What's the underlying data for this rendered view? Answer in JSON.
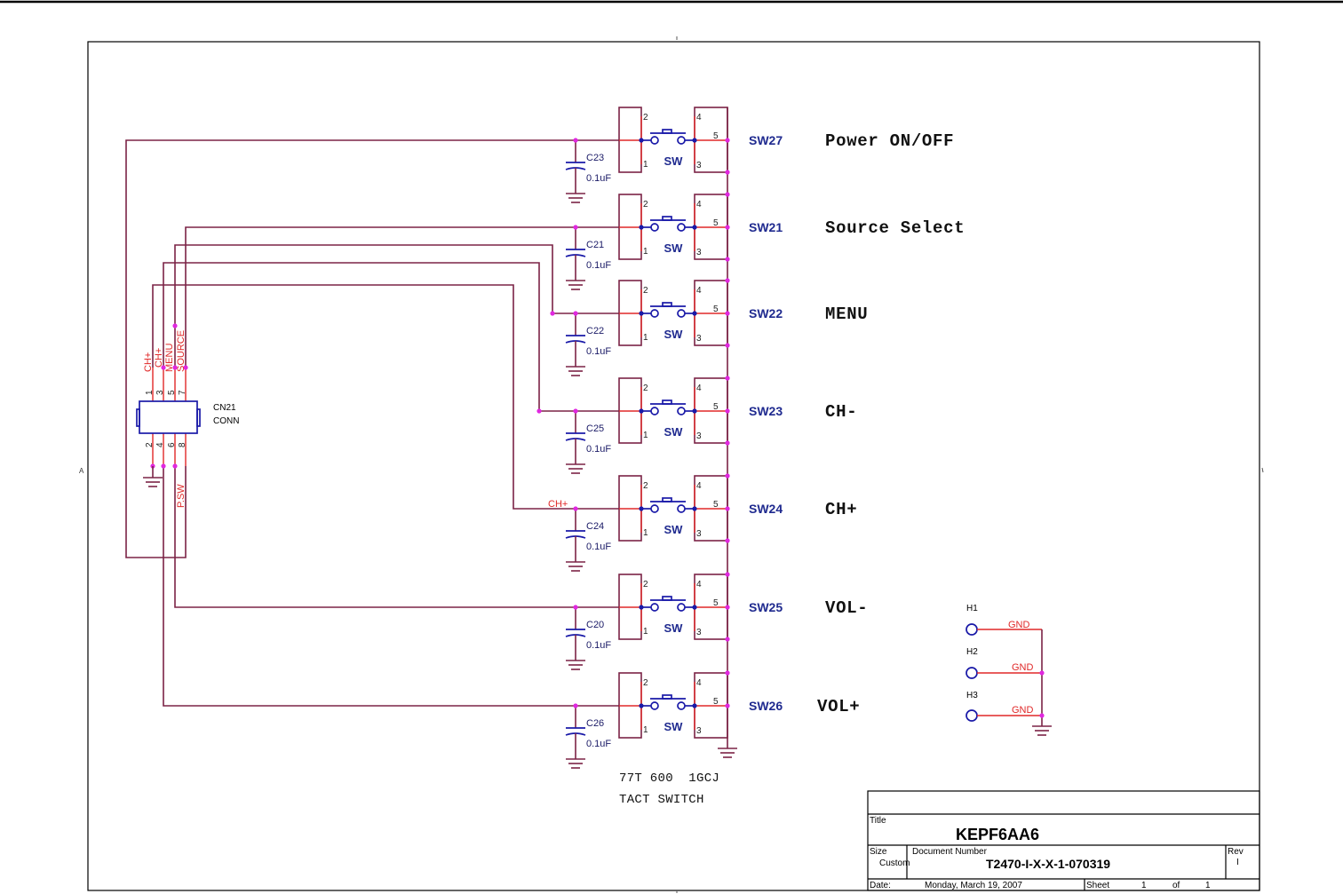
{
  "page_marks": {
    "border_left": "A"
  },
  "switch_pins": {
    "p1": "1",
    "p2": "2",
    "p3": "3",
    "p4": "4",
    "p5": "5"
  },
  "switches": [
    {
      "ref": "SW27",
      "symbol": "SW",
      "function": "Power ON/OFF",
      "cap_ref": "C23",
      "cap_value": "0.1uF"
    },
    {
      "ref": "SW21",
      "symbol": "SW",
      "function": "Source Select",
      "cap_ref": "C21",
      "cap_value": "0.1uF"
    },
    {
      "ref": "SW22",
      "symbol": "SW",
      "function": "MENU",
      "cap_ref": "C22",
      "cap_value": "0.1uF"
    },
    {
      "ref": "SW23",
      "symbol": "SW",
      "function": "CH-",
      "cap_ref": "C25",
      "cap_value": "0.1uF"
    },
    {
      "ref": "SW24",
      "symbol": "SW",
      "function": "CH+",
      "cap_ref": "C24",
      "cap_value": "0.1uF"
    },
    {
      "ref": "SW25",
      "symbol": "SW",
      "function": "VOL-",
      "cap_ref": "C20",
      "cap_value": "0.1uF"
    },
    {
      "ref": "SW26",
      "symbol": "SW",
      "function": "VOL+",
      "cap_ref": "C26",
      "cap_value": "0.1uF"
    }
  ],
  "connector": {
    "ref": "CN21",
    "value": "CONN",
    "top_pin_numbers": [
      "1",
      "3",
      "5",
      "7"
    ],
    "bottom_pin_numbers": [
      "2",
      "4",
      "6",
      "8"
    ],
    "top_nets": [
      "CH+",
      "CH+",
      "MENU",
      "SOURCE"
    ],
    "bottom_net": "P.SW"
  },
  "net_labels": {
    "sw24_wire": "CH+"
  },
  "part_note": {
    "part_number": "77T 600  1GCJ",
    "description": "TACT SWITCH"
  },
  "mounting_holes": [
    {
      "ref": "H1",
      "net": "GND"
    },
    {
      "ref": "H2",
      "net": "GND"
    },
    {
      "ref": "H3",
      "net": "GND"
    }
  ],
  "title_block": {
    "title_label": "Title",
    "title": "KEPF6AA6",
    "size_label": "Size",
    "size": "Custom",
    "doc_number_label": "Document Number",
    "doc_number": "T2470-I-X-X-1-070319",
    "rev_label": "Rev",
    "rev": "I",
    "date_label": "Date:",
    "date": "Monday, March 19, 2007",
    "sheet_label": "Sheet",
    "sheet": "1",
    "of_label": "of",
    "sheet_total": "1"
  },
  "colors": {
    "wire": "#7b2346",
    "pin": "#e02828",
    "symbol": "#1a1aa8",
    "junction": "#e028e0",
    "label": "#1f2a8f"
  }
}
